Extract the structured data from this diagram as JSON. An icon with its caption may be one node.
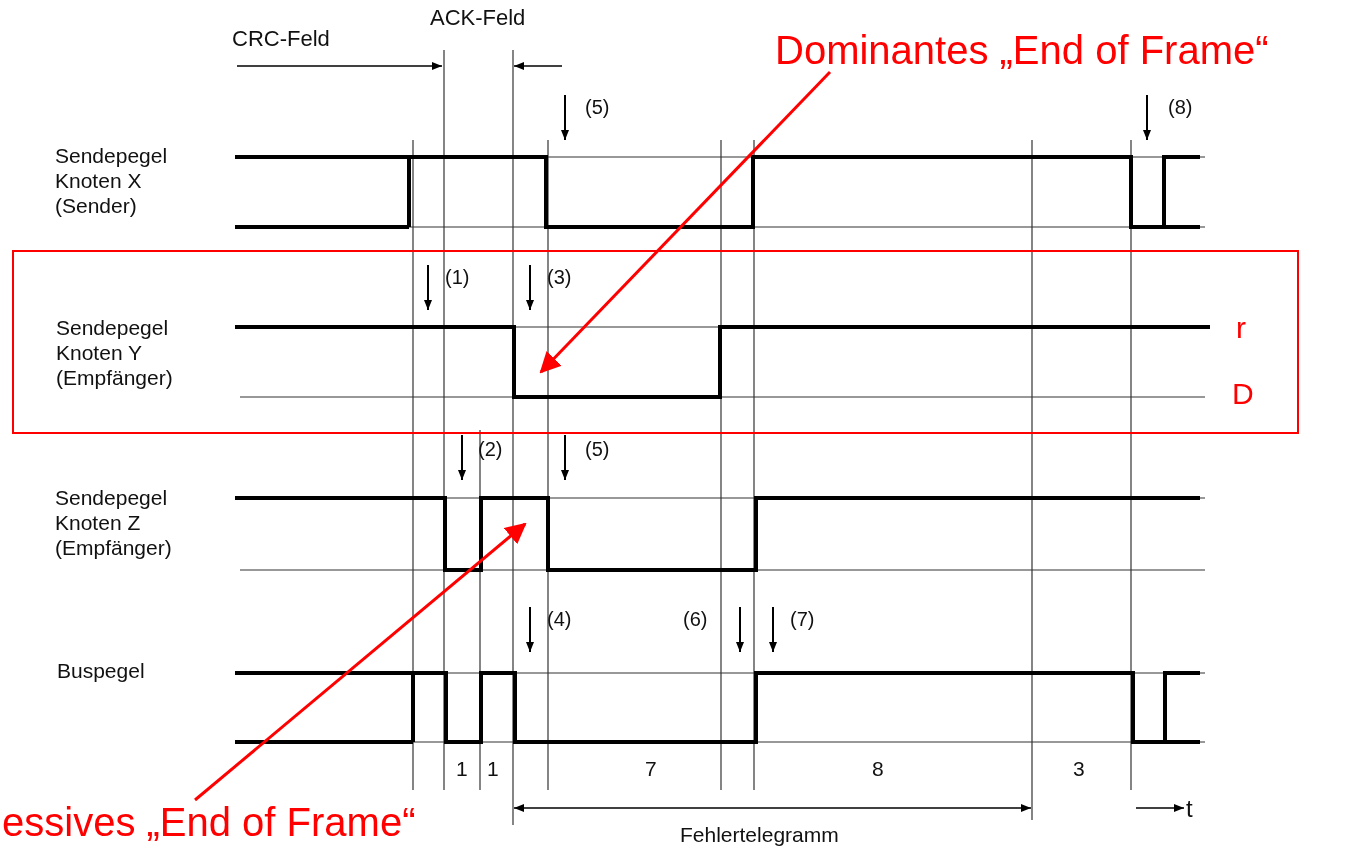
{
  "diagram": {
    "nodes": [
      {
        "text": [
          "Dominantes „End of Frame“"
        ]
      },
      {
        "text": [
          "Sendepegel Knoten Y (Empfänger)",
          "r",
          "D"
        ]
      },
      {
        "text": [
          "essives „End of Frame“"
        ]
      }
    ],
    "edges": [
      {
        "from": 0,
        "to": 1,
        "arrow": "to"
      },
      {
        "from": 2,
        "to": null,
        "arrow": "to"
      }
    ],
    "labels": [
      "CRC-Feld",
      "ACK-Feld",
      "(5)",
      "(8)",
      "Sendepegel Knoten X (Sender)",
      "(1)",
      "(3)",
      "(2)",
      "(5)",
      "Sendepegel Knoten Z (Empfänger)",
      "(4)",
      "(6)",
      "(7)",
      "Buspegel",
      "1",
      "1",
      "7",
      "8",
      "3",
      "t",
      "Fehlertelegramm"
    ]
  }
}
